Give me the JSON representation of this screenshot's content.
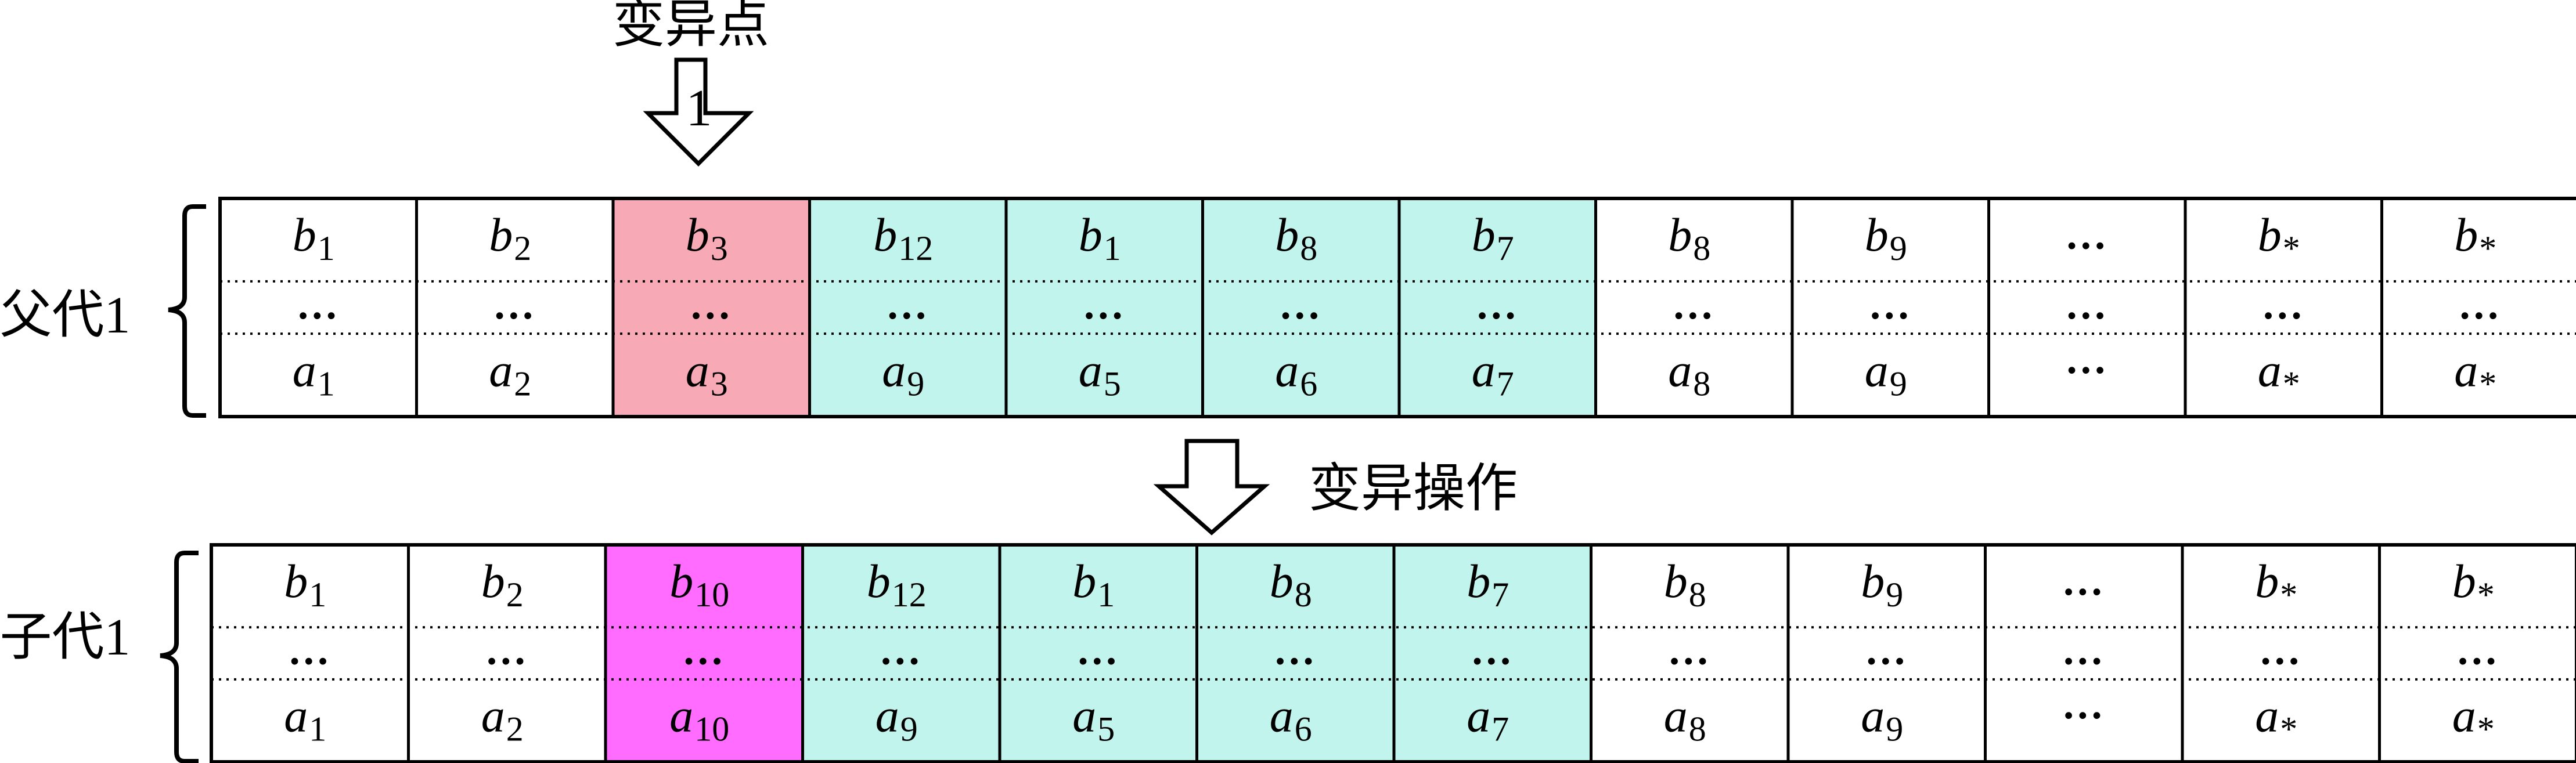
{
  "labels": {
    "mutation_point": "变异点",
    "mutation_point_index": "1",
    "mutation_operation": "变异操作",
    "parent": "父代1",
    "child": "子代1"
  },
  "colors": {
    "highlight_parent": "#f7a9b5",
    "highlight_child": "#ff6cff",
    "segment": "#c2f4ee",
    "plain": "#ffffff",
    "border": "#000000"
  },
  "ellipsis": "…",
  "parent": {
    "cells": [
      {
        "top": "b",
        "top_sub": "1",
        "bottom": "a",
        "bottom_sub": "1",
        "fill": "plain"
      },
      {
        "top": "b",
        "top_sub": "2",
        "bottom": "a",
        "bottom_sub": "2",
        "fill": "plain"
      },
      {
        "top": "b",
        "top_sub": "3",
        "bottom": "a",
        "bottom_sub": "3",
        "fill": "highlight_parent"
      },
      {
        "top": "b",
        "top_sub": "12",
        "bottom": "a",
        "bottom_sub": "9",
        "fill": "segment"
      },
      {
        "top": "b",
        "top_sub": "1",
        "bottom": "a",
        "bottom_sub": "5",
        "fill": "segment"
      },
      {
        "top": "b",
        "top_sub": "8",
        "bottom": "a",
        "bottom_sub": "6",
        "fill": "segment"
      },
      {
        "top": "b",
        "top_sub": "7",
        "bottom": "a",
        "bottom_sub": "7",
        "fill": "segment"
      },
      {
        "top": "b",
        "top_sub": "8",
        "bottom": "a",
        "bottom_sub": "8",
        "fill": "plain"
      },
      {
        "top": "b",
        "top_sub": "9",
        "bottom": "a",
        "bottom_sub": "9",
        "fill": "plain"
      },
      {
        "top": "",
        "top_sub": "",
        "bottom": "",
        "bottom_sub": "",
        "fill": "plain",
        "ellipsis_column": true
      },
      {
        "top": "b",
        "top_sub": "*",
        "bottom": "a",
        "bottom_sub": "*",
        "fill": "plain"
      },
      {
        "top": "b",
        "top_sub": "*",
        "bottom": "a",
        "bottom_sub": "*",
        "fill": "plain"
      }
    ]
  },
  "child": {
    "cells": [
      {
        "top": "b",
        "top_sub": "1",
        "bottom": "a",
        "bottom_sub": "1",
        "fill": "plain"
      },
      {
        "top": "b",
        "top_sub": "2",
        "bottom": "a",
        "bottom_sub": "2",
        "fill": "plain"
      },
      {
        "top": "b",
        "top_sub": "10",
        "bottom": "a",
        "bottom_sub": "10",
        "fill": "highlight_child"
      },
      {
        "top": "b",
        "top_sub": "12",
        "bottom": "a",
        "bottom_sub": "9",
        "fill": "segment"
      },
      {
        "top": "b",
        "top_sub": "1",
        "bottom": "a",
        "bottom_sub": "5",
        "fill": "segment"
      },
      {
        "top": "b",
        "top_sub": "8",
        "bottom": "a",
        "bottom_sub": "6",
        "fill": "segment"
      },
      {
        "top": "b",
        "top_sub": "7",
        "bottom": "a",
        "bottom_sub": "7",
        "fill": "segment"
      },
      {
        "top": "b",
        "top_sub": "8",
        "bottom": "a",
        "bottom_sub": "8",
        "fill": "plain"
      },
      {
        "top": "b",
        "top_sub": "9",
        "bottom": "a",
        "bottom_sub": "9",
        "fill": "plain"
      },
      {
        "top": "",
        "top_sub": "",
        "bottom": "",
        "bottom_sub": "",
        "fill": "plain",
        "ellipsis_column": true
      },
      {
        "top": "b",
        "top_sub": "*",
        "bottom": "a",
        "bottom_sub": "*",
        "fill": "plain"
      },
      {
        "top": "b",
        "top_sub": "*",
        "bottom": "a",
        "bottom_sub": "*",
        "fill": "plain"
      }
    ]
  }
}
